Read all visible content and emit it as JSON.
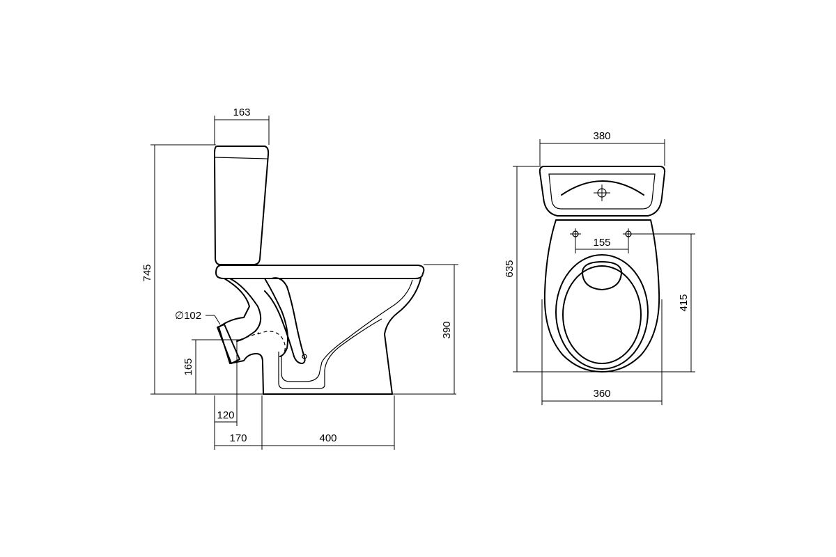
{
  "side_view": {
    "tank_depth": "163",
    "total_height": "745",
    "seat_height": "390",
    "outlet_diameter": "∅102",
    "outlet_height": "165",
    "outlet_offset": "120",
    "rear_offset": "170",
    "base_length": "400"
  },
  "front_view": {
    "tank_width": "380",
    "total_depth": "635",
    "fixing_hole_spacing": "155",
    "bowl_length": "415",
    "bowl_width": "360"
  },
  "colors": {
    "line": "#000000",
    "background": "#ffffff"
  }
}
